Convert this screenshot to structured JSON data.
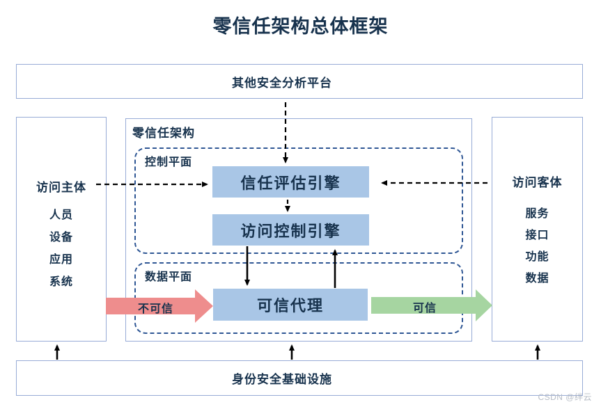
{
  "title": "零信任架构总体框架",
  "watermark": "CSDN @绊云",
  "colors": {
    "text": "#17324d",
    "box_border": "#97abd6",
    "plane_dash": "#2e5694",
    "engine_fill": "#a9c6e6",
    "untrusted_arrow": "#ee8d8d",
    "trusted_arrow": "#a6d5a1",
    "connector": "#000000"
  },
  "top_box": {
    "label": "其他安全分析平台"
  },
  "bottom_box": {
    "label": "身份安全基础设施"
  },
  "left_box": {
    "title": "访问主体",
    "items": [
      "人员",
      "设备",
      "应用",
      "系统"
    ]
  },
  "right_box": {
    "title": "访问客体",
    "items": [
      "服务",
      "接口",
      "功能",
      "数据"
    ]
  },
  "zero_trust": {
    "label": "零信任架构",
    "control_plane": {
      "label": "控制平面",
      "engines": [
        "信任评估引擎",
        "访问控制引擎"
      ]
    },
    "data_plane": {
      "label": "数据平面",
      "proxy": "可信代理"
    }
  },
  "flows": {
    "untrusted": "不可信",
    "trusted": "可信"
  }
}
